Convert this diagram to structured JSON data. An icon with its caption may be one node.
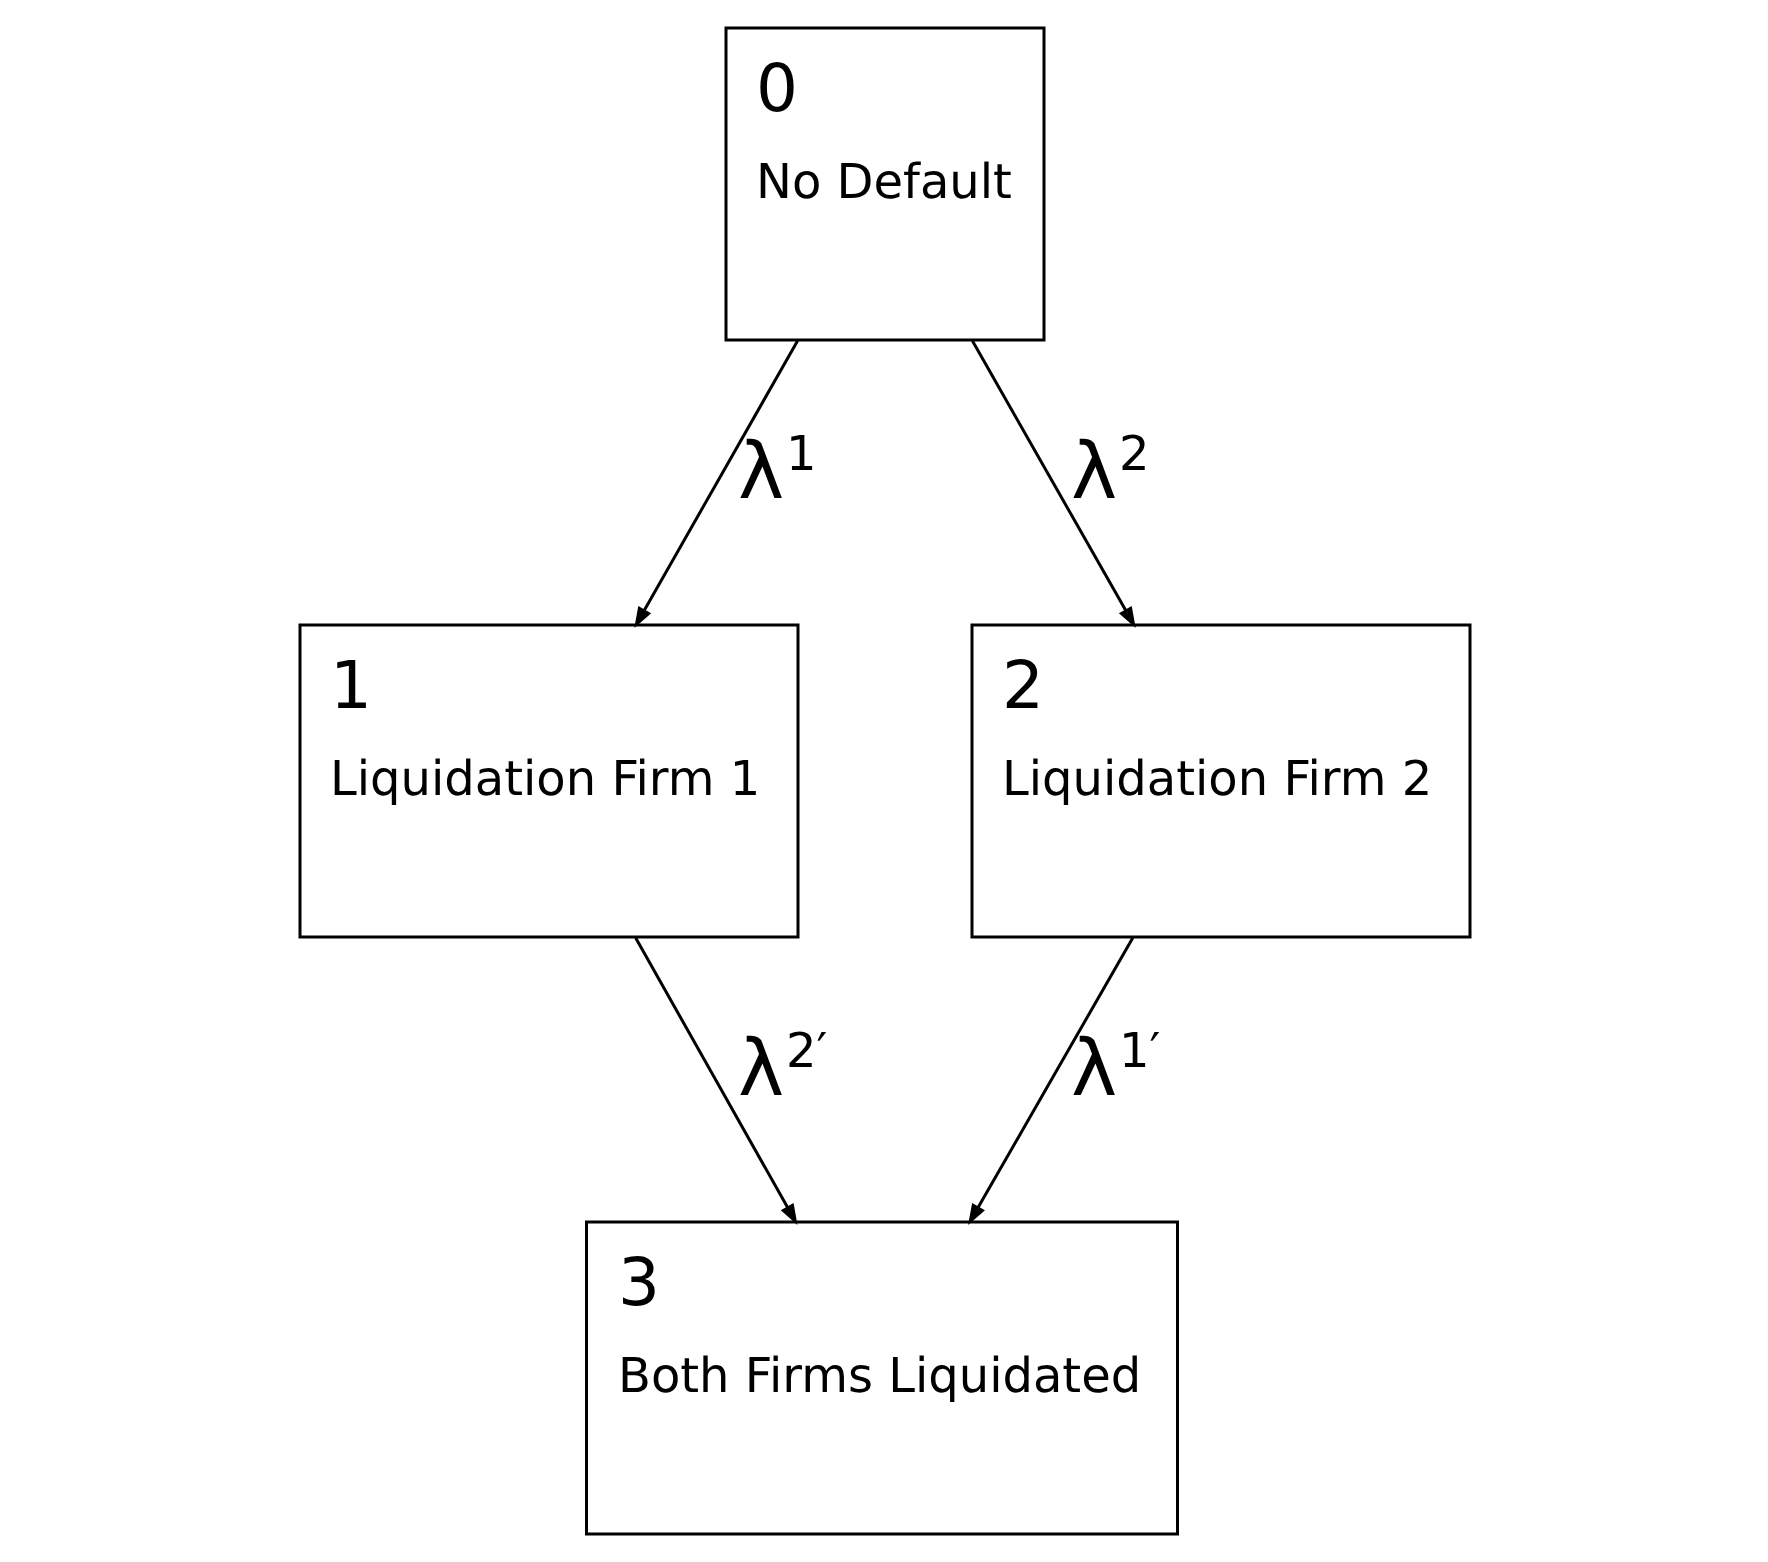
{
  "diagram": {
    "nodes": [
      {
        "text": [
          "0",
          "No Default"
        ]
      },
      {
        "text": [
          "1",
          "Liquidation Firm 1"
        ]
      },
      {
        "text": [
          "2",
          "Liquidation Firm 2"
        ]
      },
      {
        "text": [
          "3",
          "Both Firms Liquidated"
        ]
      }
    ],
    "edges": [
      {
        "from": 0,
        "to": 1,
        "arrow": "to",
        "label": "λ$^{1}$"
      },
      {
        "from": 0,
        "to": 2,
        "arrow": "to",
        "label": "λ$^{2}$"
      },
      {
        "from": 1,
        "to": 3,
        "arrow": "to",
        "label": "λ$^{2′}$"
      },
      {
        "from": 2,
        "to": 3,
        "arrow": "to",
        "label": "λ$^{1′}$"
      }
    ]
  }
}
